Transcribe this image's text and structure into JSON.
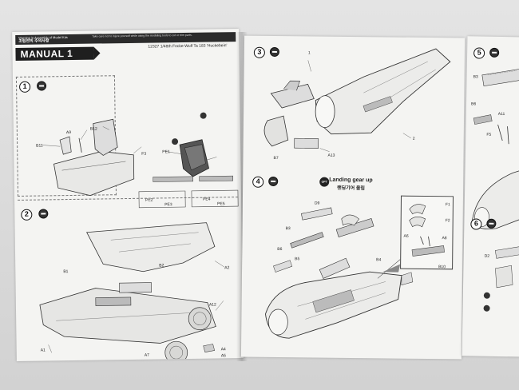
{
  "left_page": {
    "warning_en": "Warning in Assembly of Model Kits",
    "warning_ko": "조립전의 주의사항",
    "warning_note": "Take care not to injure yourself while using the modeling tools to cut or trim parts.",
    "manual_title": "MANUAL 1",
    "model_line": "12327 1/48th Focke-Wulf Ta 183 'Huckebein'",
    "step1": "1",
    "step2": "2",
    "part_labels": [
      "A9",
      "B12",
      "B11",
      "F3",
      "PE1",
      "PE2",
      "PE3",
      "PE4",
      "PE5",
      "B1",
      "B2",
      "A2",
      "A12",
      "A1",
      "A4",
      "A5",
      "A7"
    ]
  },
  "right_page": {
    "step3": "3",
    "step4": "4",
    "landing_en": "Landing gear up",
    "landing_ko": "랜딩기어 올림",
    "opt_label": "OPT",
    "part_labels": [
      "1",
      "2",
      "B7",
      "A13",
      "D9",
      "B3",
      "B6",
      "B5",
      "B4",
      "F1",
      "F2",
      "A6",
      "A8",
      "B10"
    ]
  },
  "far_page": {
    "step5": "5",
    "step6": "6",
    "part_labels": [
      "B3",
      "B6",
      "A11",
      "F5",
      "D2"
    ]
  }
}
